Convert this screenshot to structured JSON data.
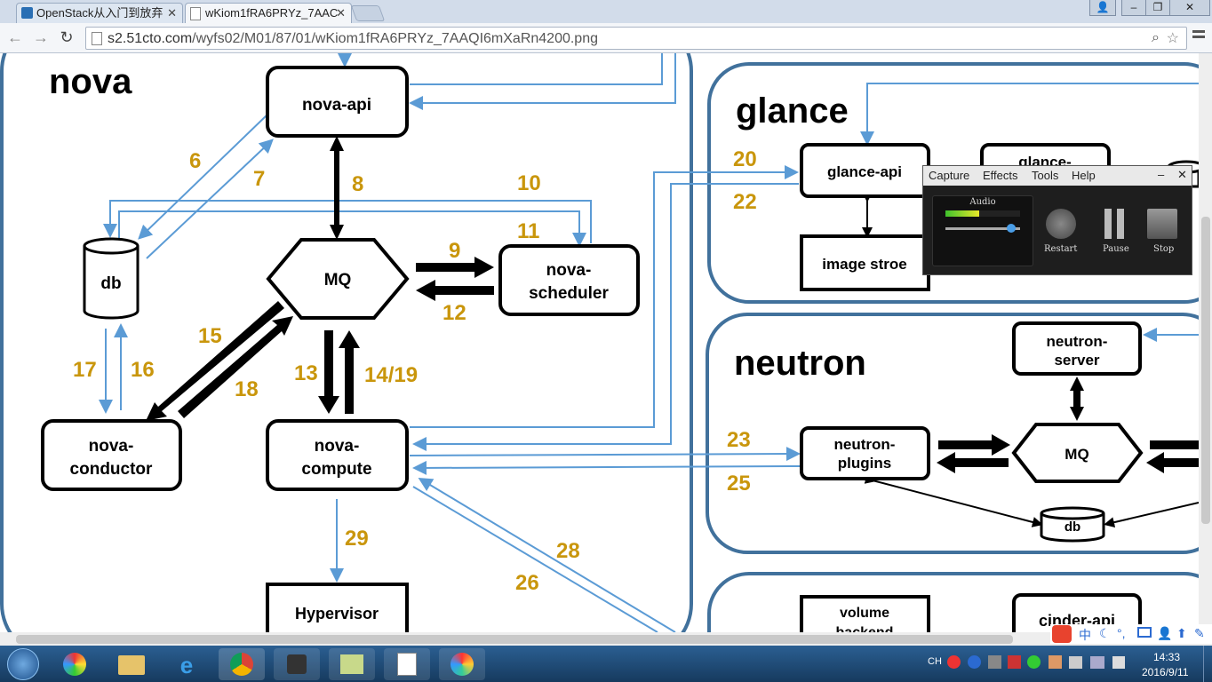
{
  "browser": {
    "tabs": [
      {
        "label": "OpenStack从入门到放弃"
      },
      {
        "label": "wKiom1fRA6PRYz_7AAC"
      }
    ],
    "url_host": "s2.51cto.com",
    "url_path": "/wyfs02/M01/87/01/wKiom1fRA6PRYz_7AAQI6mXaRn4200.png"
  },
  "diagram": {
    "sections": {
      "nova": "nova",
      "glance": "glance",
      "neutron": "neutron"
    },
    "nodes": {
      "nova_api": "nova-api",
      "mq": "MQ",
      "db": "db",
      "nova_scheduler": [
        "nova-",
        "scheduler"
      ],
      "nova_conductor": [
        "nova-",
        "conductor"
      ],
      "nova_compute": [
        "nova-",
        "compute"
      ],
      "hypervisor": "Hypervisor",
      "glance_api": "glance-api",
      "glance_reg": "glance-",
      "image_store": "image stroe",
      "neutron_server": [
        "neutron-",
        "server"
      ],
      "neutron_plugins": [
        "neutron-",
        "plugins"
      ],
      "neutron_mq": "MQ",
      "neutron_db": "db",
      "volume_backend": [
        "volume",
        "backend"
      ],
      "cinder_api": "cinder-api"
    },
    "step_labels": {
      "s6": "6",
      "s7": "7",
      "s8": "8",
      "s9": "9",
      "s10": "10",
      "s11": "11",
      "s12": "12",
      "s13": "13",
      "s14": "14/19",
      "s15": "15",
      "s16": "16",
      "s17": "17",
      "s18": "18",
      "s20": "20",
      "s22": "22",
      "s23": "23",
      "s25": "25",
      "s26": "26",
      "s28": "28",
      "s29": "29"
    },
    "colors": {
      "label": "#c9960c",
      "arrow": "#5b9bd5",
      "box": "#000000",
      "section": "#41719c"
    }
  },
  "capture_tool": {
    "menu": [
      "Capture",
      "Effects",
      "Tools",
      "Help"
    ],
    "audio_label": "Audio",
    "buttons": {
      "restart": "Restart",
      "pause": "Pause",
      "stop": "Stop"
    },
    "audio_level": 0.45,
    "volume_level": 0.88
  },
  "taskbar": {
    "lang": "CH",
    "time": "14:33",
    "date": "2016/9/11"
  }
}
